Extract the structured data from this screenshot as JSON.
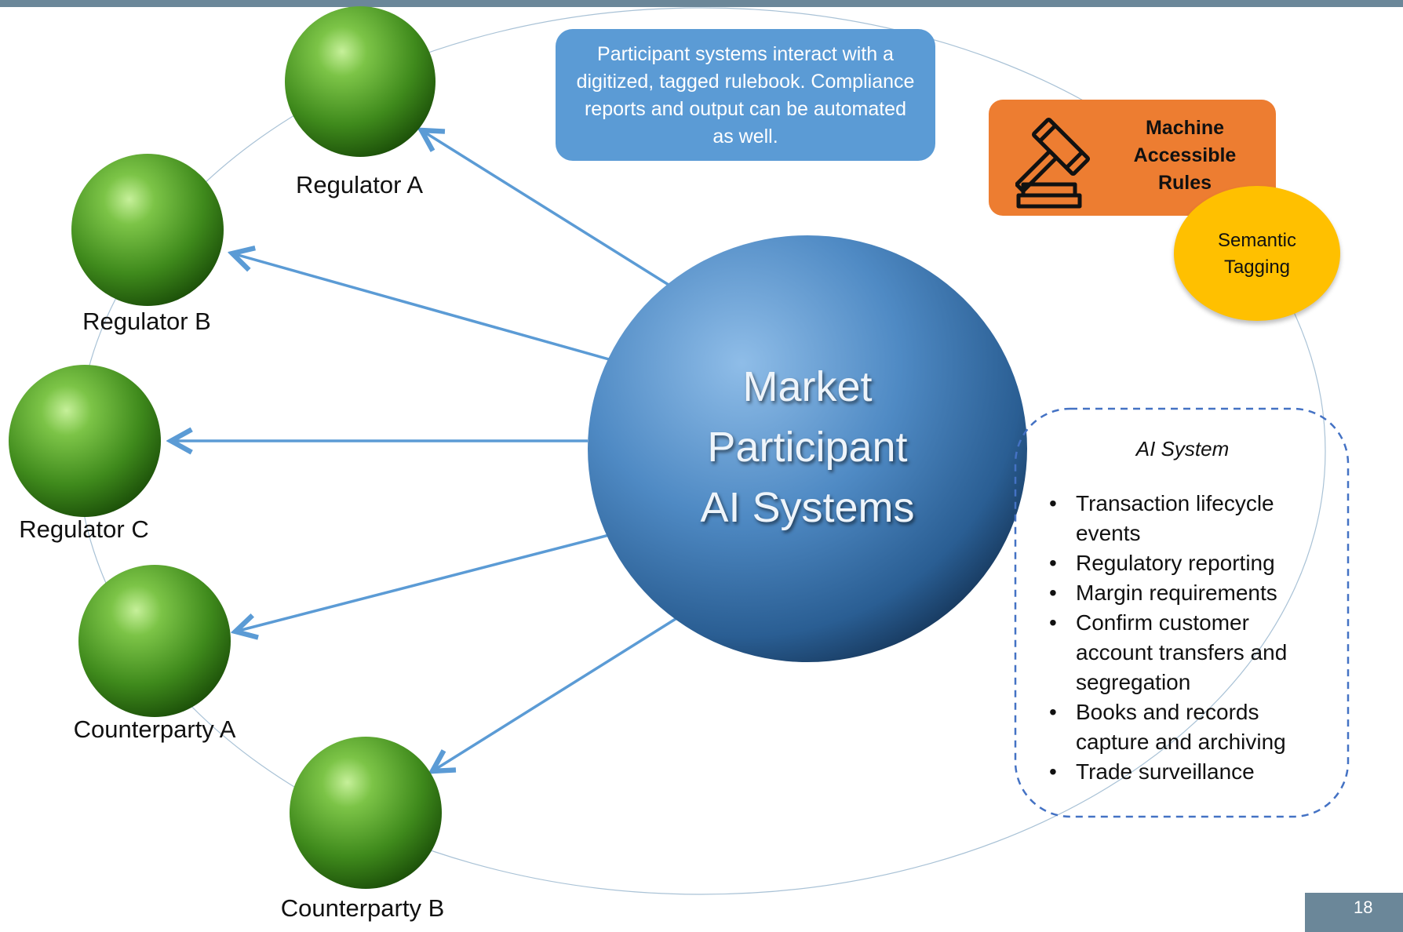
{
  "info_box": "Participant systems interact with a digitized, tagged rulebook. Compliance reports and output can be automated as well.",
  "center": {
    "line1": "Market",
    "line2": "Participant",
    "line3": "AI Systems"
  },
  "nodes": {
    "regulator_a": "Regulator A",
    "regulator_b": "Regulator B",
    "regulator_c": "Regulator C",
    "counterparty_a": "Counterparty A",
    "counterparty_b": "Counterparty B"
  },
  "rules": {
    "line1": "Machine",
    "line2": "Accessible",
    "line3": "Rules",
    "icon": "gavel-icon"
  },
  "tagging": {
    "line1": "Semantic",
    "line2": "Tagging"
  },
  "ai_system": {
    "title": "AI System",
    "items": [
      "Transaction lifecycle events",
      "Regulatory reporting",
      "Margin requirements",
      "Confirm customer account transfers and segregation",
      "Books and records capture and archiving",
      "Trade surveillance"
    ]
  },
  "page_number": "18",
  "colors": {
    "arrow": "#5b9bd5",
    "info_box": "#5b9bd5",
    "rules_box": "#ed7d31",
    "tagging": "#ffc000",
    "node": "#5aa02c",
    "dashed_border": "#4472c4",
    "top_bar": "#6b8799"
  }
}
